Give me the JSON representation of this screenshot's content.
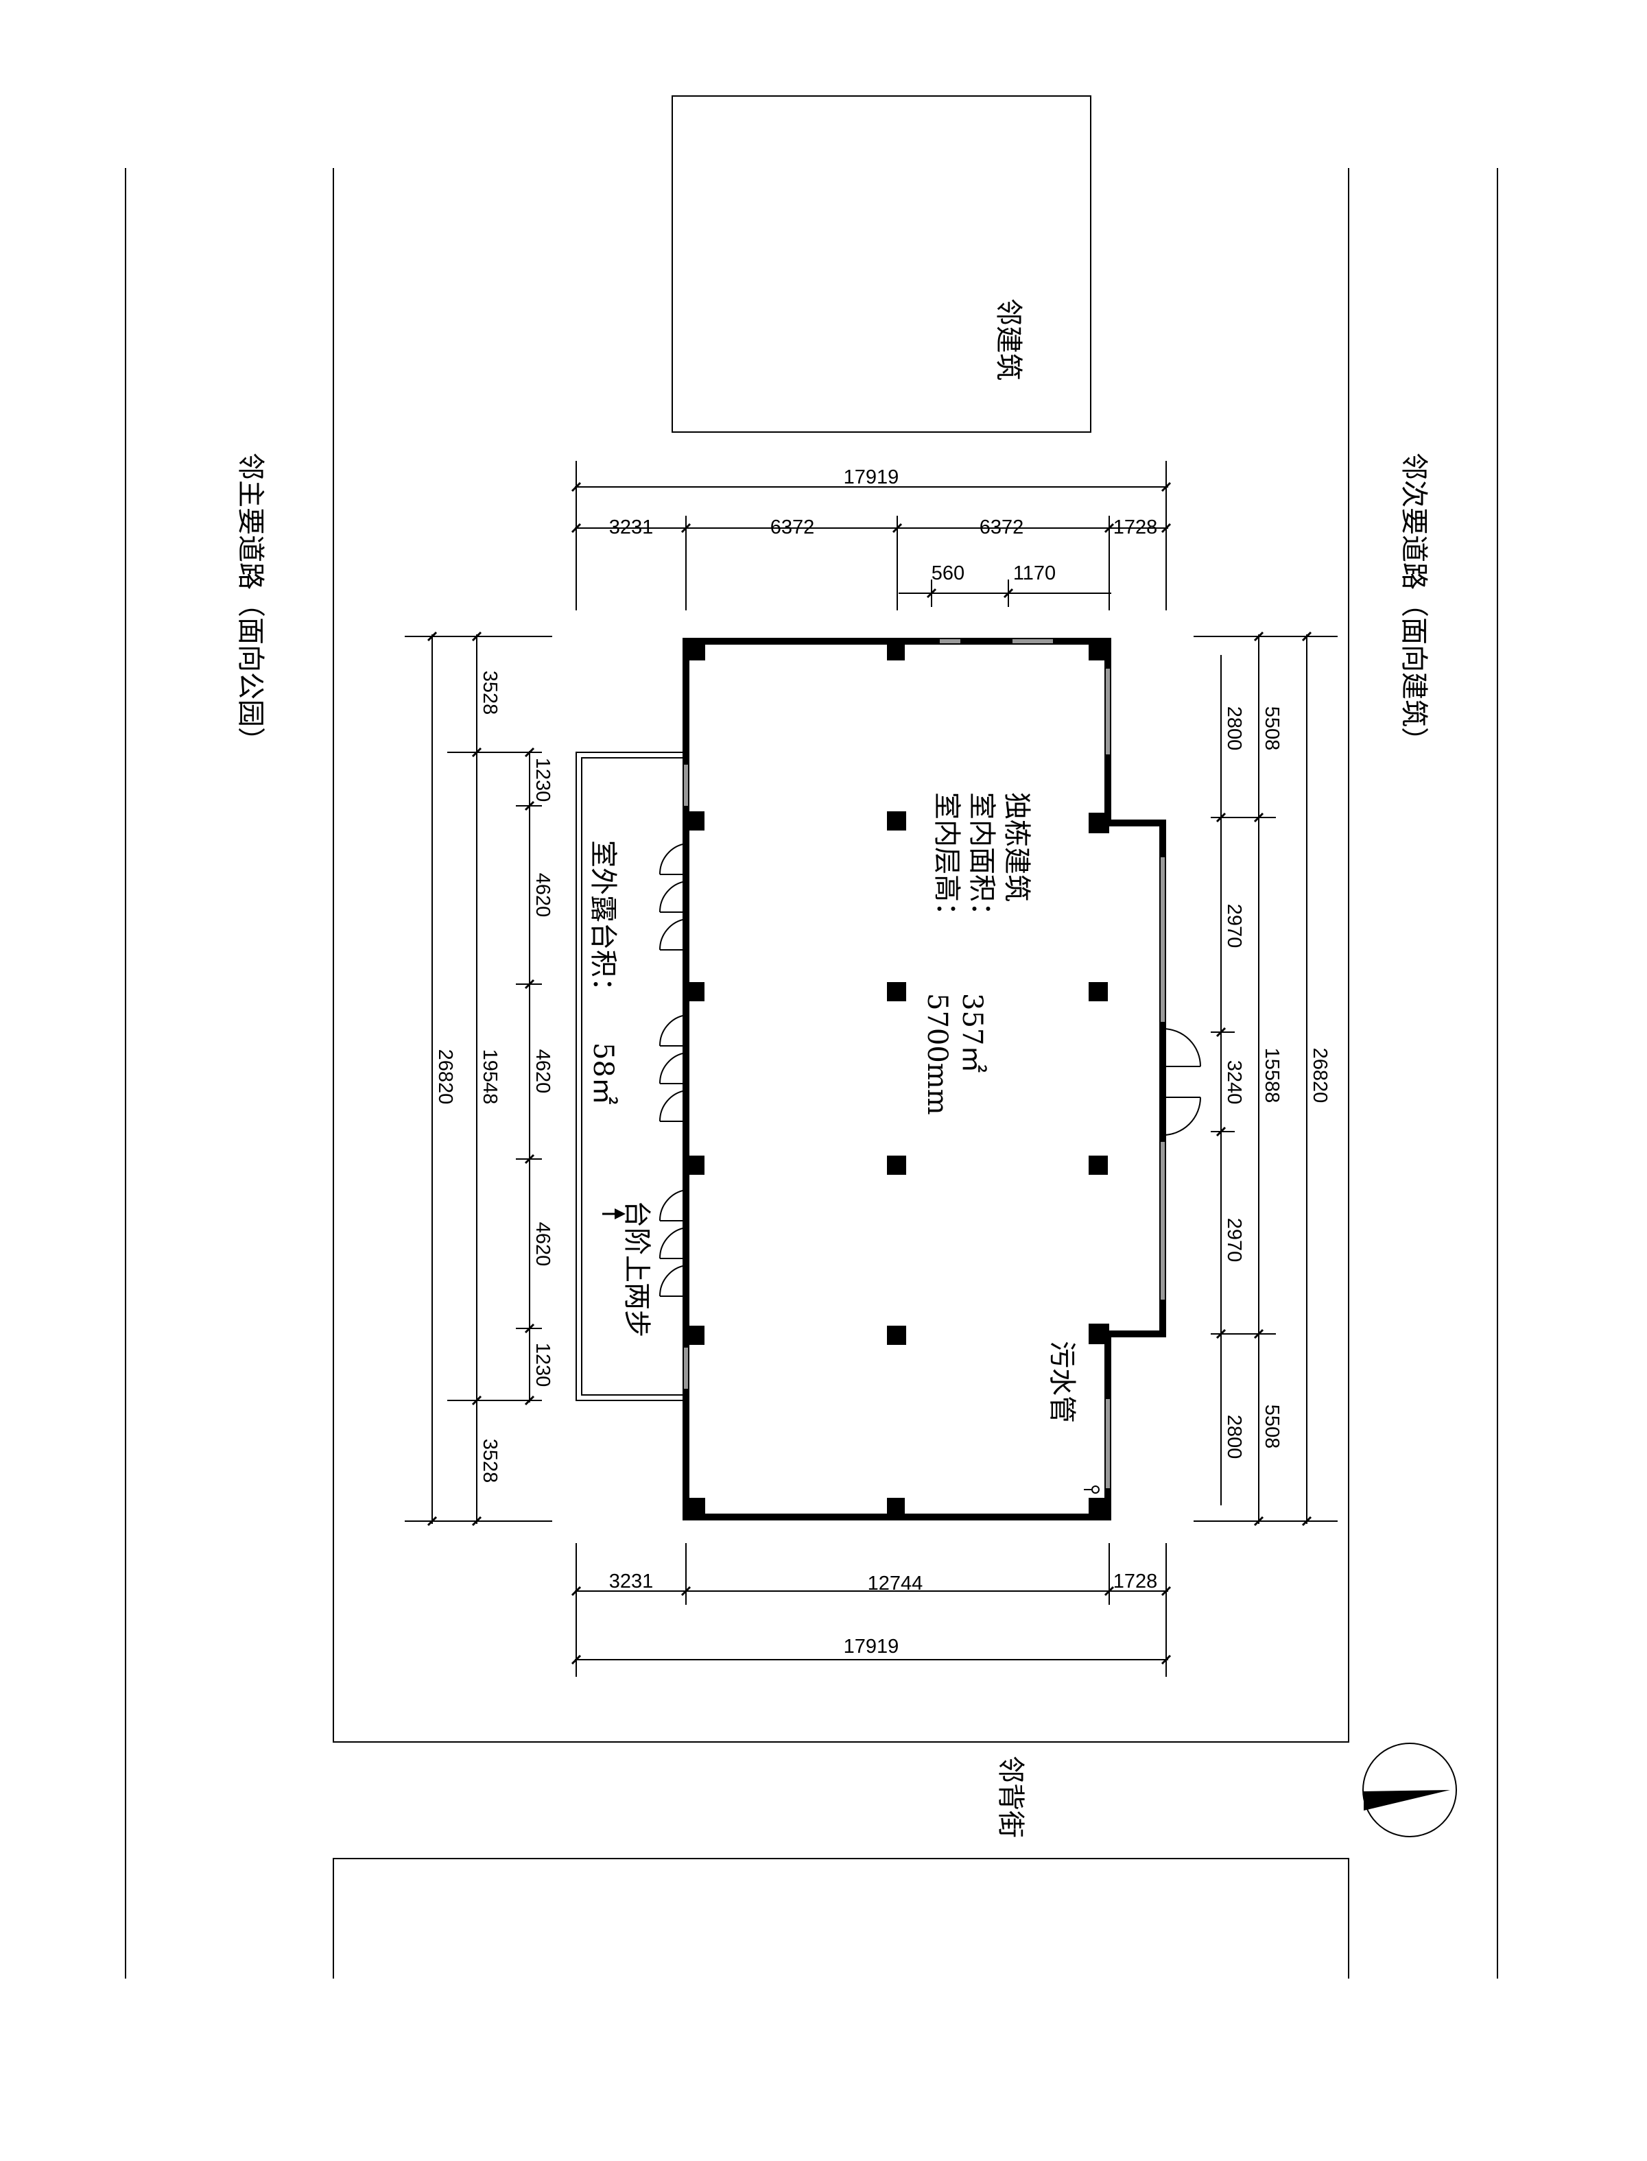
{
  "labels": {
    "adjacent_building": "邻建筑",
    "main_road": "邻主要道路（面向公园）",
    "secondary_road": "邻次要道路（面向建筑）",
    "back_street": "邻背街",
    "building_title": "独栋建筑",
    "indoor_area_label": "室内面积：",
    "indoor_height_label": "室内层高：",
    "indoor_area_value": "357㎡",
    "indoor_height_value": "5700mm",
    "terrace_label": "室外露台积：",
    "terrace_value": "58㎡",
    "steps_note": "台阶上两步",
    "sewage_pipe": "污水管"
  },
  "dimensions": {
    "top_total": "17919",
    "top_seg1": "3231",
    "top_seg2": "6372",
    "top_seg3": "6372",
    "top_seg4": "1728",
    "top_sub1": "560",
    "top_sub2": "1170",
    "bottom_seg1": "3231",
    "bottom_seg2": "12744",
    "bottom_seg3": "1728",
    "bottom_total": "17919",
    "left_total": "26820",
    "left_seg1": "3528",
    "left_mid": "19548",
    "left_seg3": "3528",
    "left_sub1": "1230",
    "left_sub2": "4620",
    "left_sub3": "4620",
    "left_sub4": "4620",
    "left_sub5": "1230",
    "right_total": "26820",
    "right_seg1": "5508",
    "right_mid": "15588",
    "right_seg3": "5508",
    "right_sub1": "2800",
    "right_sub2": "2970",
    "right_sub3": "3240",
    "right_sub4": "2970",
    "right_sub5": "2800"
  },
  "colors": {
    "line": "#000000",
    "window": "#999999",
    "background": "#ffffff"
  },
  "icons": [
    "north-arrow-icon",
    "ticks",
    "columns",
    "doors"
  ]
}
